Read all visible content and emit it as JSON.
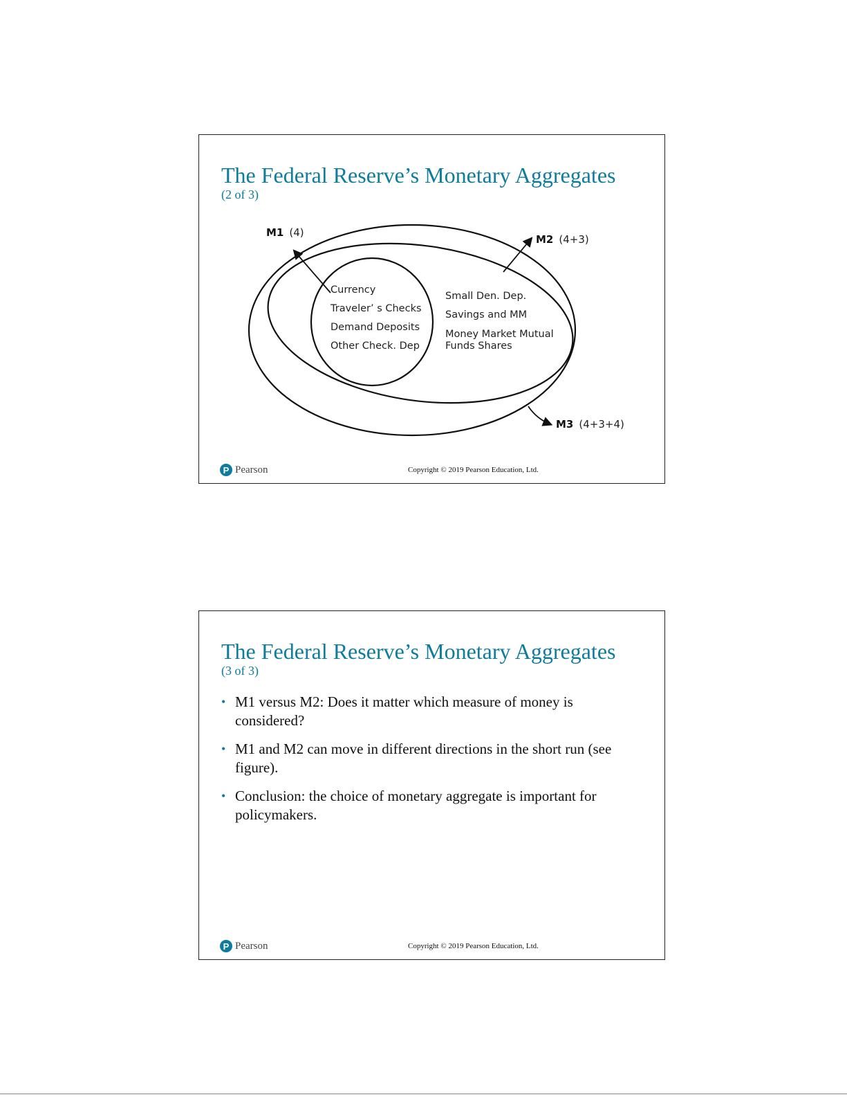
{
  "slide1": {
    "title": "The Federal Reserve’s Monetary Aggregates",
    "subtitle": "(2 of 3)",
    "diagram": {
      "inner_items": [
        "Currency",
        "Traveler’ s Checks",
        "Demand Deposits",
        "Other Check. Dep"
      ],
      "middle_items": [
        "Small Den. Dep.",
        "Savings and MM",
        "Money Market Mutual",
        "Funds Shares"
      ],
      "m1": {
        "name": "M1",
        "detail": "(4)"
      },
      "m2": {
        "name": "M2",
        "detail": "(4+3)"
      },
      "m3": {
        "name": "M3",
        "detail": "(4+3+4)"
      }
    },
    "footer": {
      "logo": "Pearson",
      "copyright": "Copyright © 2019 Pearson Education, Ltd."
    }
  },
  "slide2": {
    "title": "The Federal Reserve’s Monetary Aggregates",
    "subtitle": "(3 of 3)",
    "bullets": [
      "M1 versus M2: Does it matter which measure of money is considered?",
      "M1 and M2 can move in different directions in the short run (see figure).",
      "Conclusion: the choice of monetary aggregate is important for policymakers."
    ],
    "footer": {
      "logo": "Pearson",
      "copyright": "Copyright © 2019 Pearson Education, Ltd."
    }
  },
  "colors": {
    "accent": "#0e7c9e",
    "text": "#111111",
    "border": "#222222"
  }
}
